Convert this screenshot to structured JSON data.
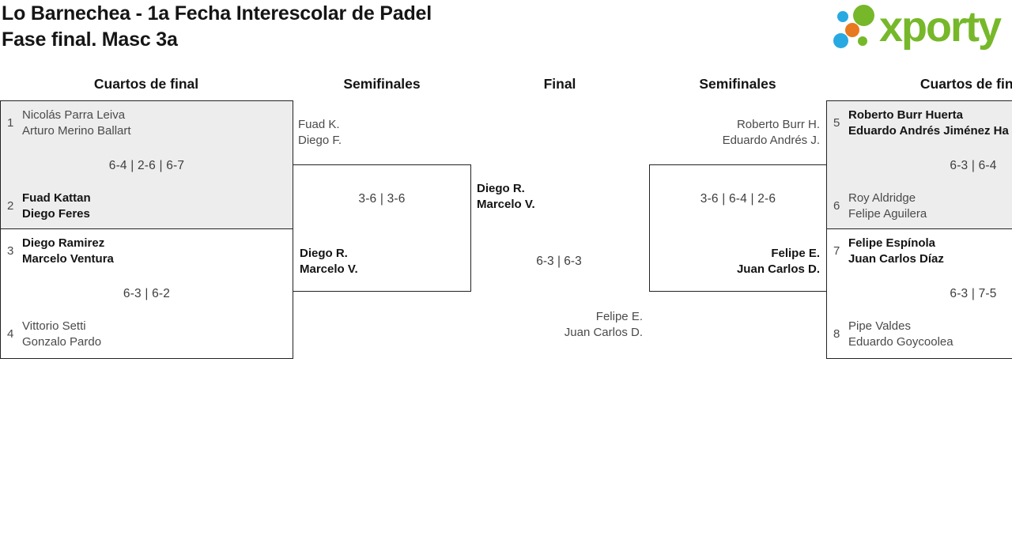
{
  "title": {
    "line1": "Lo Barnechea - 1a Fecha Interescolar de Padel",
    "line2": "Fase final. Masc 3a"
  },
  "logo": {
    "brand": "xporty"
  },
  "columns": [
    "Cuartos de final",
    "Semifinales",
    "Final",
    "Semifinales",
    "Cuartos de final"
  ],
  "matches": {
    "qf1": {
      "seed_top": "1",
      "top": [
        "Nicolás Parra Leiva",
        "Arturo Merino Ballart"
      ],
      "score": "6-4 | 2-6 | 6-7",
      "seed_bottom": "2",
      "bottom": [
        "Fuad Kattan",
        "Diego Feres"
      ],
      "winner": "bottom"
    },
    "qf2": {
      "seed_top": "3",
      "top": [
        "Diego Ramirez",
        "Marcelo Ventura"
      ],
      "score": "6-3 | 6-2",
      "seed_bottom": "4",
      "bottom": [
        "Vittorio Setti",
        "Gonzalo Pardo"
      ],
      "winner": "top"
    },
    "sf1": {
      "top": [
        "Fuad K.",
        "Diego F."
      ],
      "score": "3-6 | 3-6",
      "bottom": [
        "Diego R.",
        "Marcelo V."
      ],
      "winner": "bottom"
    },
    "final": {
      "top": [
        "Diego R.",
        "Marcelo V."
      ],
      "score": "6-3 | 6-3",
      "bottom": [
        "Felipe E.",
        "Juan Carlos D."
      ],
      "winner": "top"
    },
    "sf2": {
      "top": [
        "Roberto Burr H.",
        "Eduardo Andrés J."
      ],
      "score": "3-6 | 6-4 | 2-6",
      "bottom": [
        "Felipe E.",
        "Juan Carlos D."
      ],
      "winner": "bottom"
    },
    "qf3": {
      "seed_top": "5",
      "top": [
        "Roberto Burr Huerta",
        "Eduardo Andrés Jiménez Ha"
      ],
      "score": "6-3 | 6-4",
      "seed_bottom": "6",
      "bottom": [
        "Roy Aldridge",
        "Felipe Aguilera"
      ],
      "winner": "top"
    },
    "qf4": {
      "seed_top": "7",
      "top": [
        "Felipe Espínola",
        "Juan Carlos Díaz"
      ],
      "score": "6-3 | 7-5",
      "seed_bottom": "8",
      "bottom": [
        "Pipe Valdes",
        "Eduardo Goycoolea"
      ],
      "winner": "top"
    }
  },
  "colors": {
    "brand_green": "#76B82A",
    "brand_blue": "#29A9E1",
    "brand_orange": "#E8791E",
    "box_gray": "#EDEDED"
  }
}
